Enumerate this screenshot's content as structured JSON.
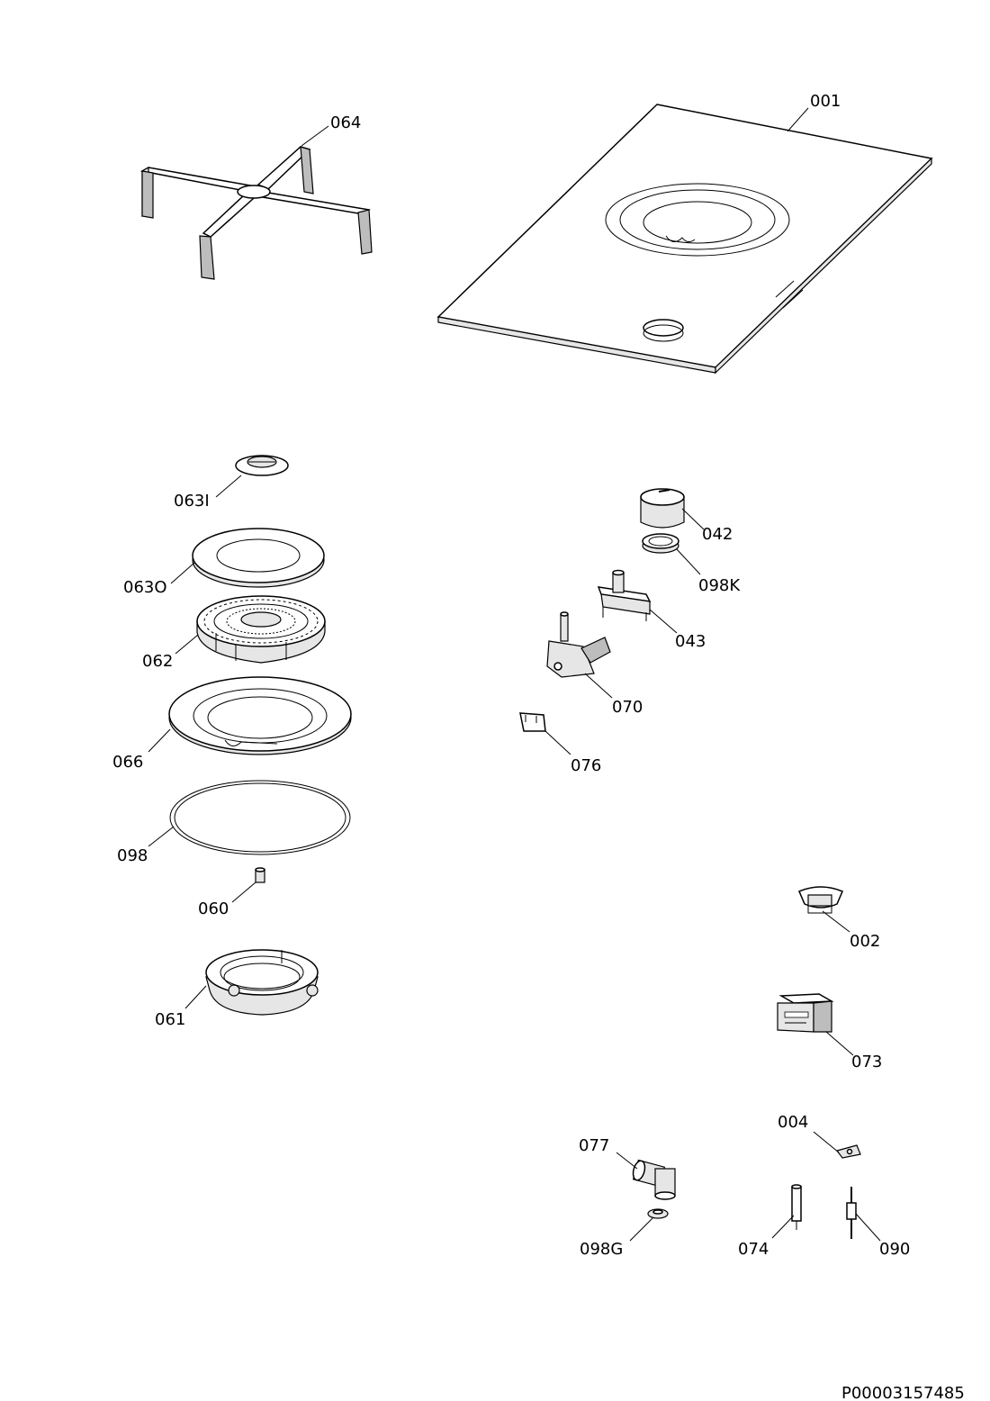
{
  "parts": {
    "p001": "001",
    "p064": "064",
    "p063I": "063I",
    "p063O": "063O",
    "p062": "062",
    "p066": "066",
    "p098": "098",
    "p060": "060",
    "p061": "061",
    "p042": "042",
    "p098K": "098K",
    "p043": "043",
    "p070": "070",
    "p076": "076",
    "p002": "002",
    "p073": "073",
    "p004": "004",
    "p077": "077",
    "p098G": "098G",
    "p074": "074",
    "p090": "090"
  },
  "document_id": "P00003157485"
}
